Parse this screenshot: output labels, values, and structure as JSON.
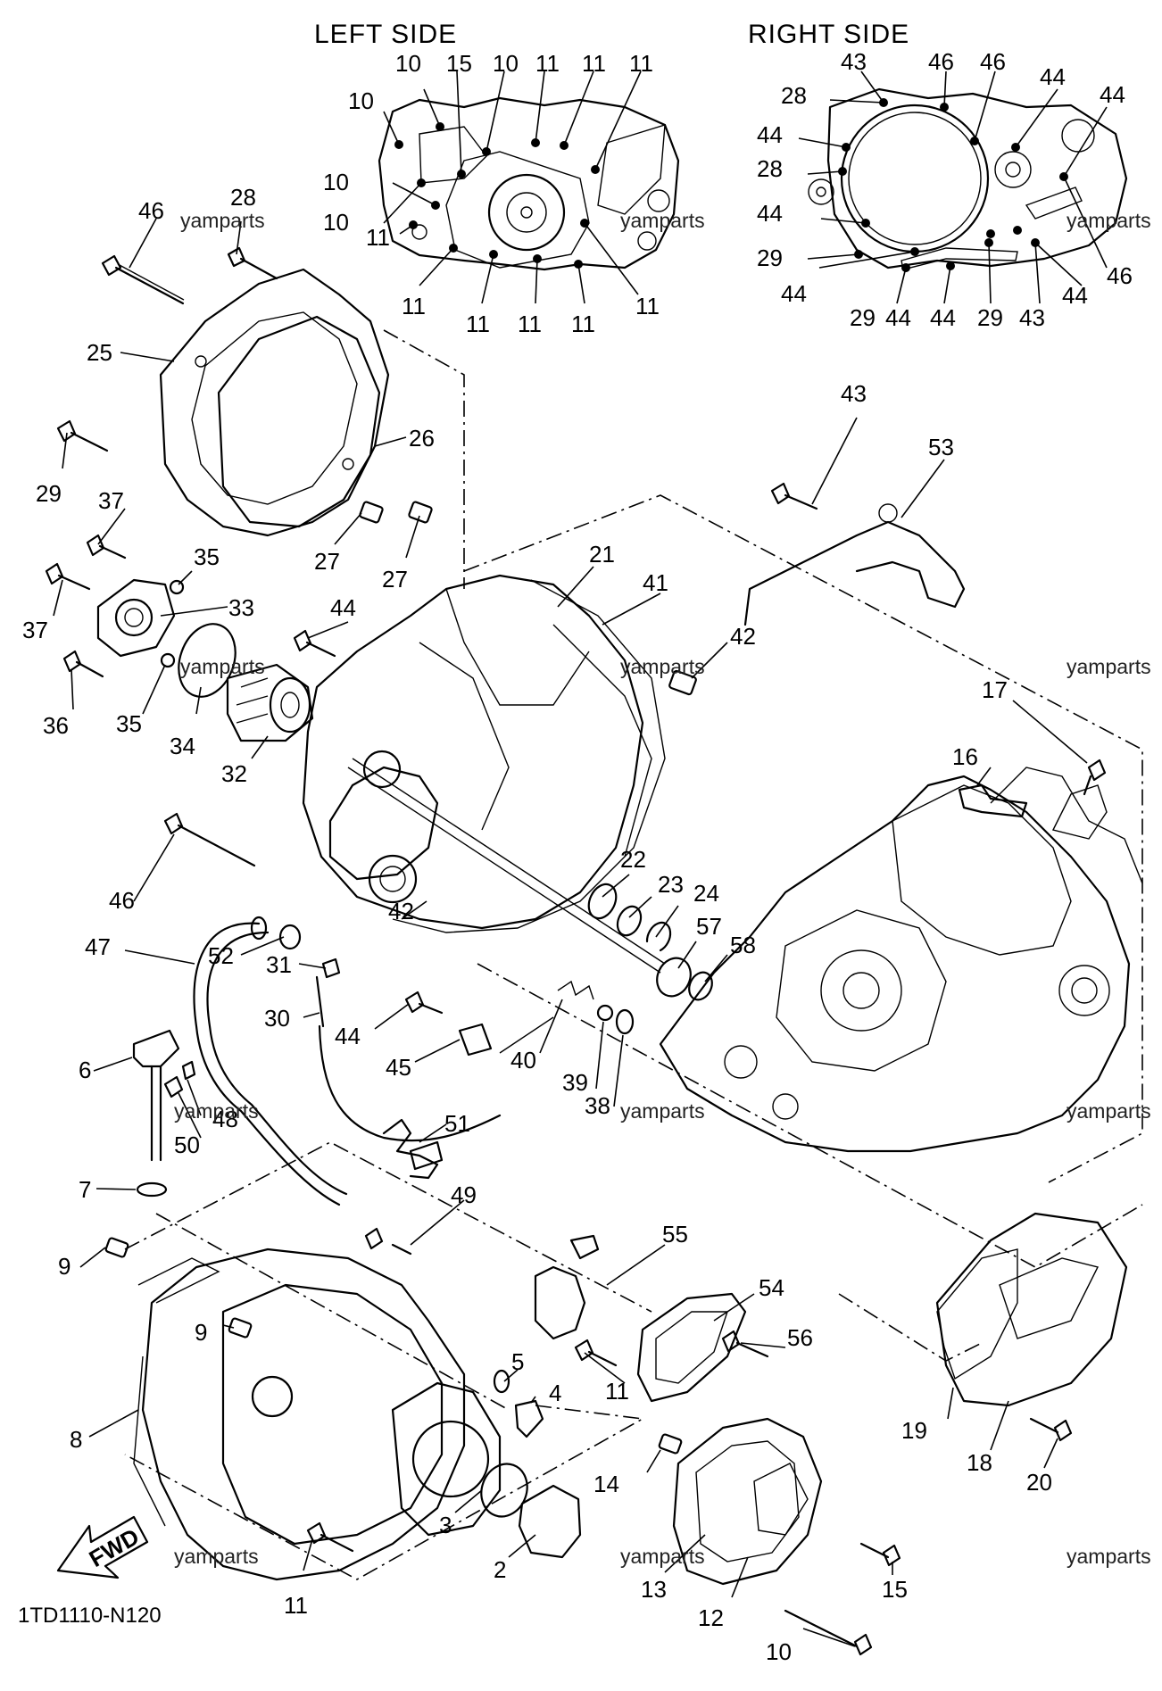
{
  "headings": {
    "left_side": "LEFT SIDE",
    "right_side": "RIGHT SIDE"
  },
  "diagram_code": "1TD1110-N120",
  "fwd_label": "FWD",
  "watermark": "yamparts",
  "left_side_callouts": [
    "10",
    "15",
    "10",
    "11",
    "11",
    "11",
    "10",
    "10",
    "10",
    "11",
    "11",
    "11",
    "11",
    "11",
    "11"
  ],
  "right_side_callouts": [
    "43",
    "46",
    "46",
    "44",
    "44",
    "28",
    "44",
    "28",
    "44",
    "29",
    "44",
    "29",
    "44",
    "44",
    "29",
    "43",
    "44",
    "46"
  ],
  "part_labels": [
    "46",
    "28",
    "25",
    "26",
    "29",
    "27",
    "27",
    "37",
    "35",
    "33",
    "37",
    "34",
    "35",
    "36",
    "32",
    "21",
    "41",
    "44",
    "42",
    "43",
    "53",
    "17",
    "16",
    "46",
    "22",
    "23",
    "24",
    "57",
    "58",
    "42",
    "47",
    "52",
    "31",
    "30",
    "44",
    "45",
    "40",
    "39",
    "38",
    "6",
    "48",
    "50",
    "51",
    "7",
    "49",
    "9",
    "9",
    "8",
    "5",
    "4",
    "11",
    "55",
    "54",
    "56",
    "3",
    "2",
    "14",
    "19",
    "18",
    "20",
    "13",
    "12",
    "15",
    "10",
    "11"
  ]
}
